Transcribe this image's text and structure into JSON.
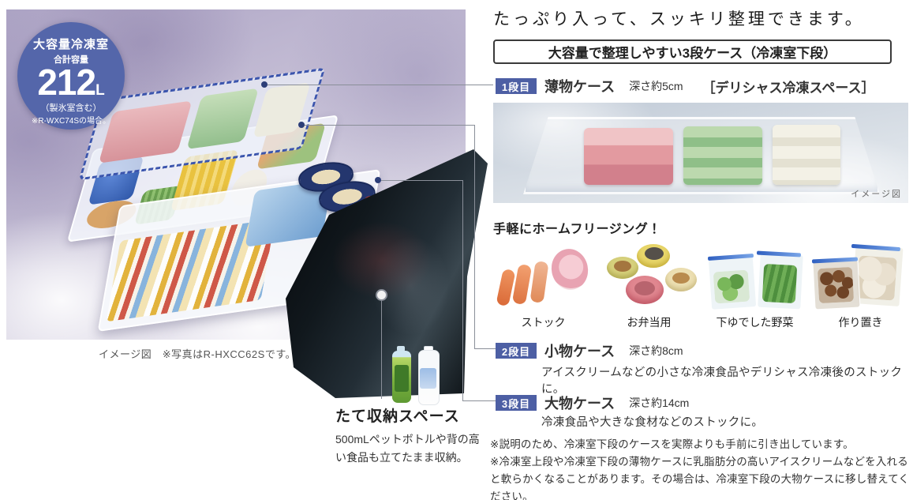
{
  "left": {
    "capacity_badge": {
      "title": "大容量冷凍室",
      "subtitle": "合計容量",
      "value": "212",
      "unit": "L",
      "note1": "（製氷室含む）",
      "note2": "※R-WXC74Sの場合。"
    },
    "photo_caption": "イメージ図　※写真はR-HXCC62Sです。",
    "vertical_storage": {
      "title": "たて収納スペース",
      "desc": "500mLペットボトルや背の高い食品も立てたまま収納。"
    }
  },
  "right": {
    "headline": "たっぷり入って、スッキリ整理できます。",
    "box_title": "大容量で整理しやすい3段ケース（冷凍室下段）",
    "tiers": [
      {
        "badge": "1段目",
        "name": "薄物ケース",
        "depth": "深さ約5cm",
        "extra": "［デリシャス冷凍スペース］",
        "desc": ""
      },
      {
        "badge": "2段目",
        "name": "小物ケース",
        "depth": "深さ約8cm",
        "desc": "アイスクリームなどの小さな冷凍食品やデリシャス冷凍後のストックに。"
      },
      {
        "badge": "3段目",
        "name": "大物ケース",
        "depth": "深さ約14cm",
        "desc": "冷凍食品や大きな食材などのストックに。"
      }
    ],
    "tray_caption": "イメージ図",
    "freezing": {
      "title": "手軽にホームフリージング！",
      "captions": [
        "ストック",
        "お弁当用",
        "下ゆでした野菜",
        "作り置き"
      ]
    },
    "footnotes": [
      "※説明のため、冷凍室下段のケースを実際よりも手前に引き出しています。",
      "※冷凍室上段や冷凍室下段の薄物ケースに乳脂肪分の高いアイスクリームなどを入れると軟らかくなることがあります。その場合は、冷凍室下段の大物ケースに移し替えてください。"
    ]
  },
  "colors": {
    "badge_blue": "#4d5fa4",
    "capacity_circle_blue": "#5466aa",
    "dashed_highlight_blue": "#3b55ad",
    "leader_line_gray": "#8a8f99"
  }
}
